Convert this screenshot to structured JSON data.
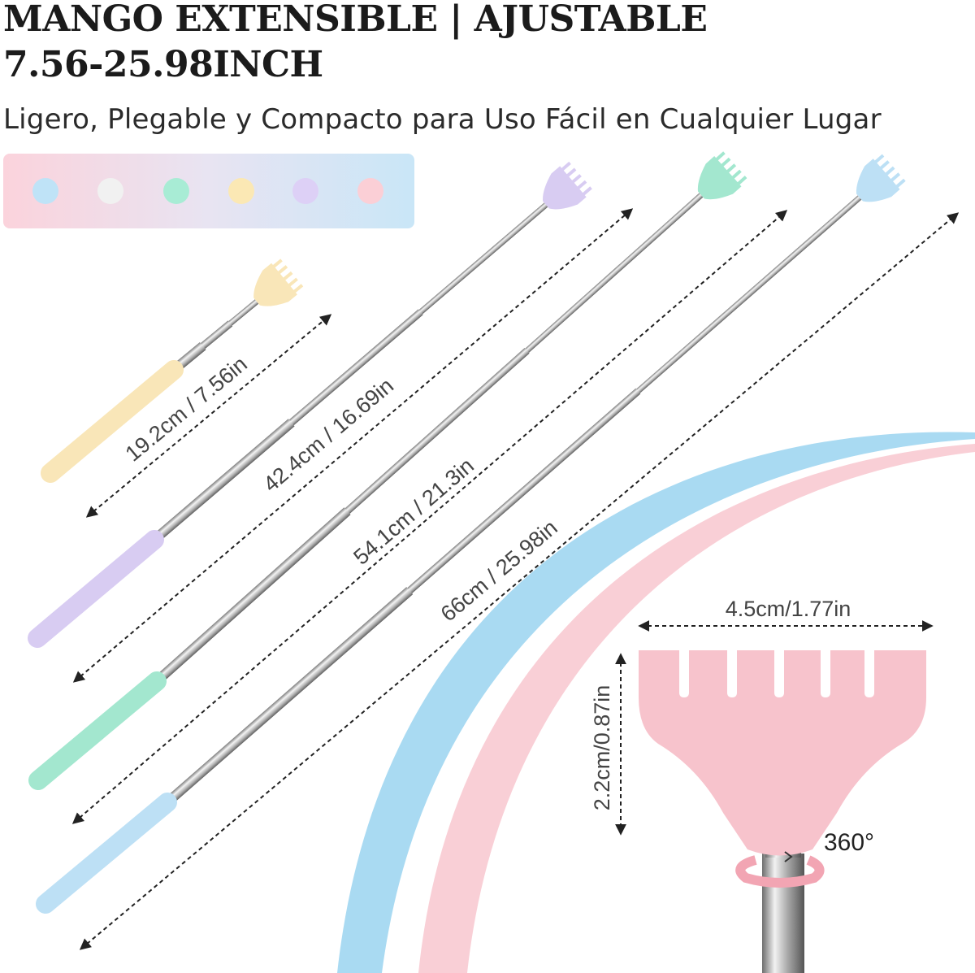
{
  "title_line1": "MANGO EXTENSIBLE | AJUSTABLE",
  "title_line2": "7.56-25.98INCH",
  "subtitle": "Ligero, Plegable y Compacto para Uso Fácil en Cualquier Lugar",
  "swatches": [
    "#bfe3f7",
    "#f1f1f1",
    "#a8ecd5",
    "#fbe8b4",
    "#ddd0f6",
    "#fbcfd6"
  ],
  "scratchers": [
    {
      "color": "#f9e6b8",
      "length_label": "19.2cm / 7.56in"
    },
    {
      "color": "#d8ccf2",
      "length_label": "42.4cm / 16.69in"
    },
    {
      "color": "#a3e7cf",
      "length_label": "54.1cm / 21.3in"
    },
    {
      "color": "#bde0f5",
      "length_label": "66cm / 25.98in"
    }
  ],
  "detail": {
    "head_color": "#f7c3cc",
    "width_label": "4.5cm/1.77in",
    "height_label": "2.2cm/0.87in",
    "rotation_label": "360°"
  }
}
